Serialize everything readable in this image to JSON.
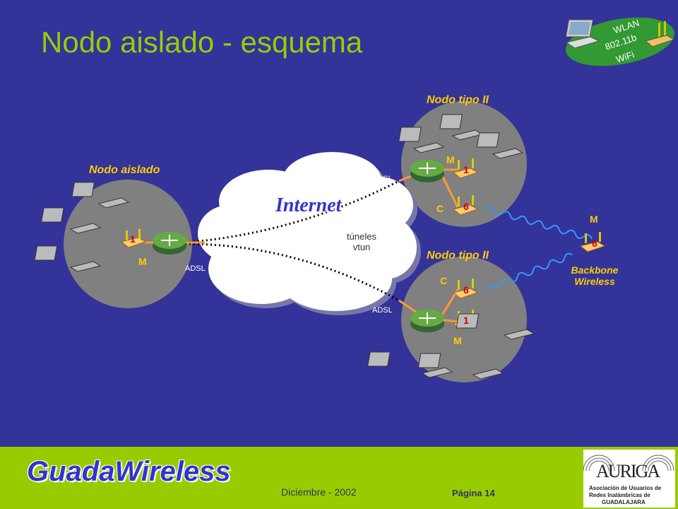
{
  "title": "Nodo aislado - esquema",
  "wlan_logo": {
    "line1": "WLAN",
    "line2": "802.11b",
    "line3": "WiFi"
  },
  "nodes": {
    "isolated": {
      "label": "Nodo aislado",
      "role": "M",
      "num": "1"
    },
    "type2_top": {
      "label": "Nodo tipo II",
      "role_m": "M",
      "role_c": "C",
      "num_m": "1",
      "num_c": "6"
    },
    "type2_bottom": {
      "label": "Nodo tipo II",
      "role_m": "M",
      "role_c": "C",
      "num_m": "1",
      "num_c": "6"
    },
    "backbone": {
      "label_line1": "Backbone",
      "label_line2": "Wireless",
      "role": "M",
      "num": "6"
    }
  },
  "cloud": {
    "label": "Internet",
    "tunnel_line1": "túneles",
    "tunnel_line2": "vtun"
  },
  "links": {
    "adsl_left": "ADSL",
    "adsl_top": "ADSL",
    "adsl_bottom": "ADSL"
  },
  "footer": {
    "brand": "GuadaWireless",
    "date": "Diciembre - 2002",
    "page": "Página 14"
  },
  "org_logo": {
    "mark": "AURIGA",
    "line1": "Asociación de Usuarios de",
    "line2": "Redes Inalámbricas de",
    "line3": "GUADALAJARA"
  },
  "colors": {
    "background": "#333399",
    "title": "#99cc00",
    "accent_yellow": "#ffcc00",
    "footer": "#99cc00"
  }
}
